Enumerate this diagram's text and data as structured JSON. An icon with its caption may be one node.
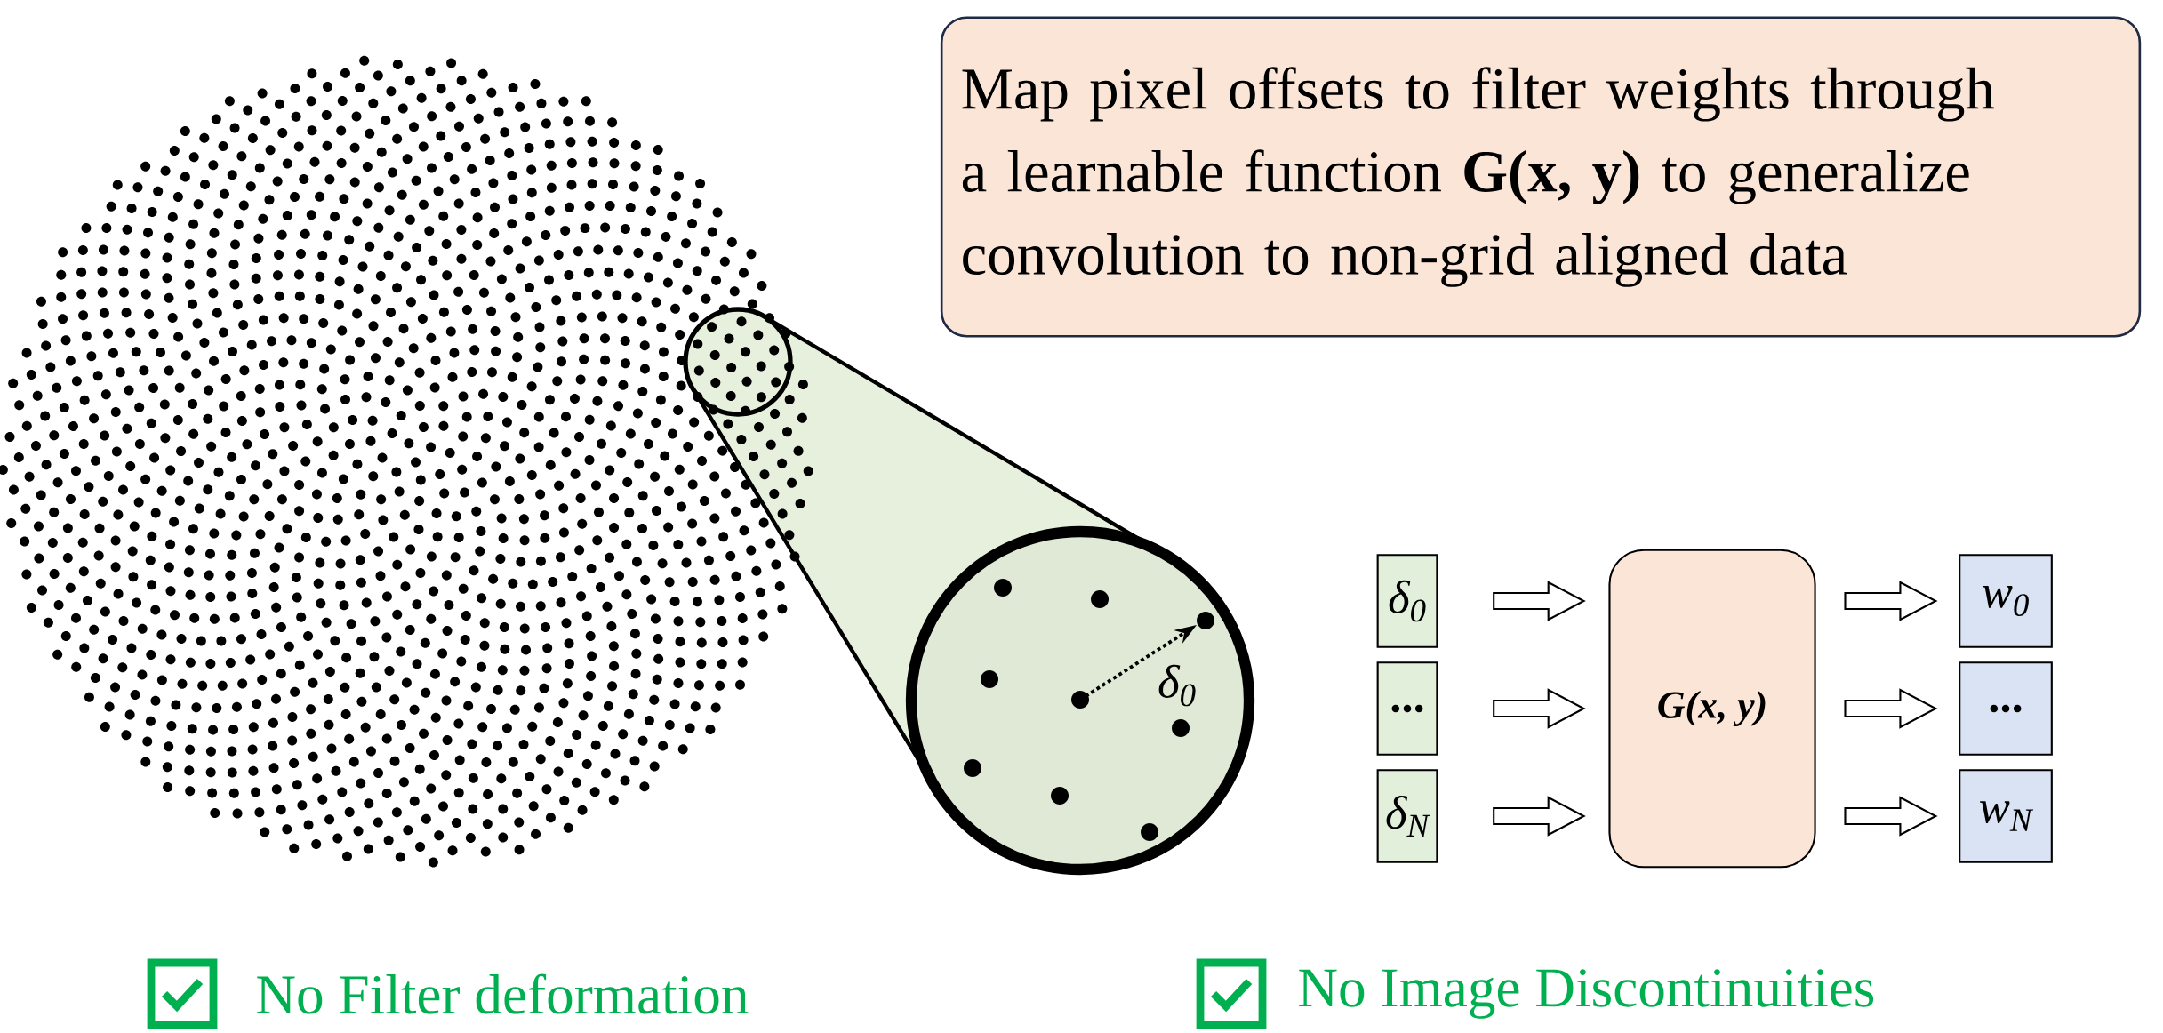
{
  "diagram": {
    "nodes": [
      {
        "text": [
          "Map pixel offsets to filter weights through a learnable function **G(x, y)** to generalize convolution to non-grid aligned data"
        ]
      },
      {
        "text": [
          "δ$_{0}$"
        ]
      },
      {
        "text": [
          "..."
        ]
      },
      {
        "text": [
          "δ$_{N}$"
        ]
      },
      {
        "text": [
          "G(x, y)"
        ]
      },
      {
        "text": [
          "w$_{0}$"
        ]
      },
      {
        "text": [
          "..."
        ]
      },
      {
        "text": [
          "w$_{N}$"
        ]
      }
    ],
    "edges": [
      {
        "from": 1,
        "to": 4,
        "arrow": "to"
      },
      {
        "from": 2,
        "to": 4,
        "arrow": "to"
      },
      {
        "from": 3,
        "to": 4,
        "arrow": "to"
      },
      {
        "from": 4,
        "to": 5,
        "arrow": "to"
      },
      {
        "from": 4,
        "to": 6,
        "arrow": "to"
      },
      {
        "from": 4,
        "to": 7,
        "arrow": "to"
      }
    ],
    "labels": [
      "δ$_{0}$",
      "No Filter deformation",
      "No Image Discontinuities"
    ]
  }
}
